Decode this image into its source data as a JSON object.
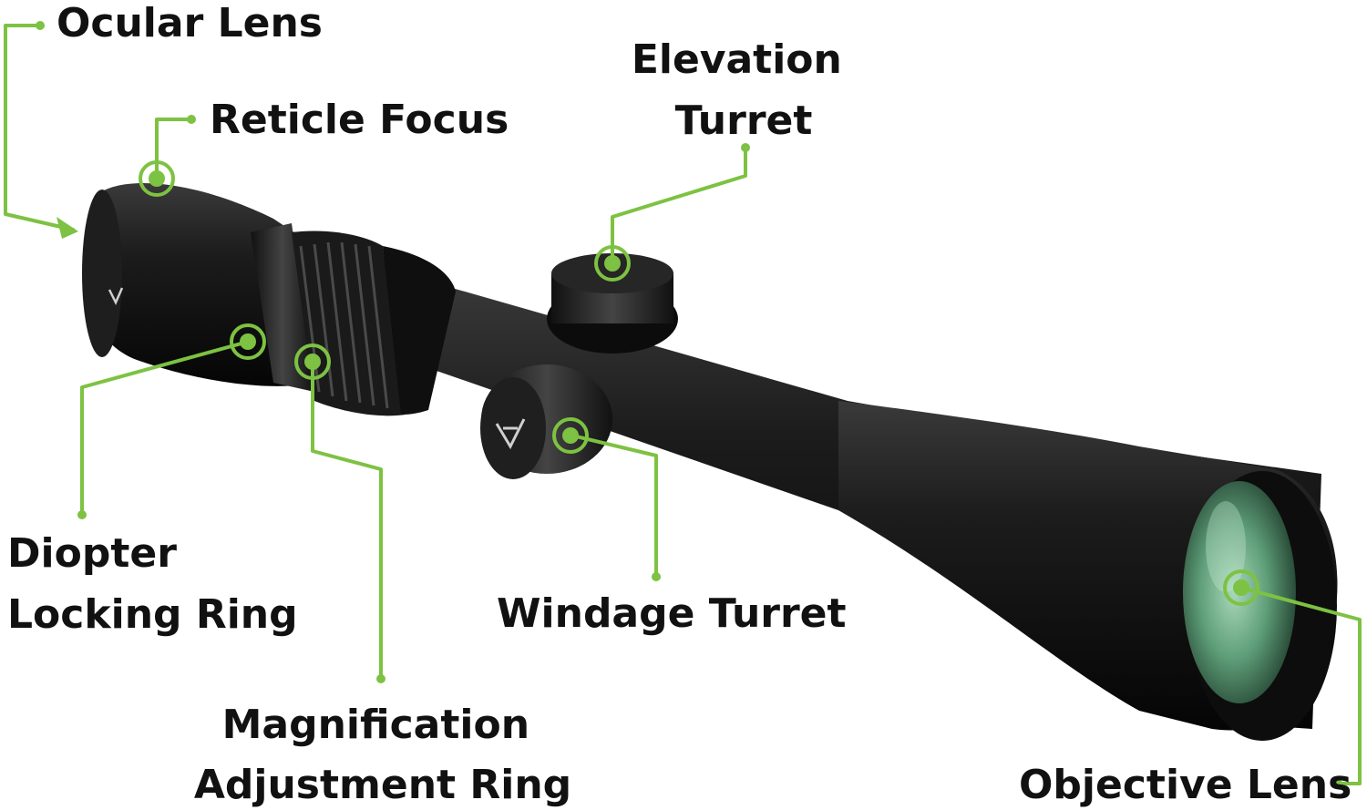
{
  "colors": {
    "accent": "#7dc242",
    "scope_body": "#141414",
    "lens_glass": "#6fae8a",
    "label_text": "#111111"
  },
  "labels": {
    "ocular_lens": "Ocular Lens",
    "reticle_focus": "Reticle Focus",
    "elevation_turret": [
      "Elevation",
      "Turret"
    ],
    "diopter_locking_ring": [
      "Diopter",
      "Locking Ring"
    ],
    "magnification_adjustment_ring": [
      "Magnification",
      "Adjustment Ring"
    ],
    "windage_turret": "Windage Turret",
    "objective_lens": "Objective Lens"
  },
  "icons": {
    "brand_logo": "brand-logo-icon"
  }
}
